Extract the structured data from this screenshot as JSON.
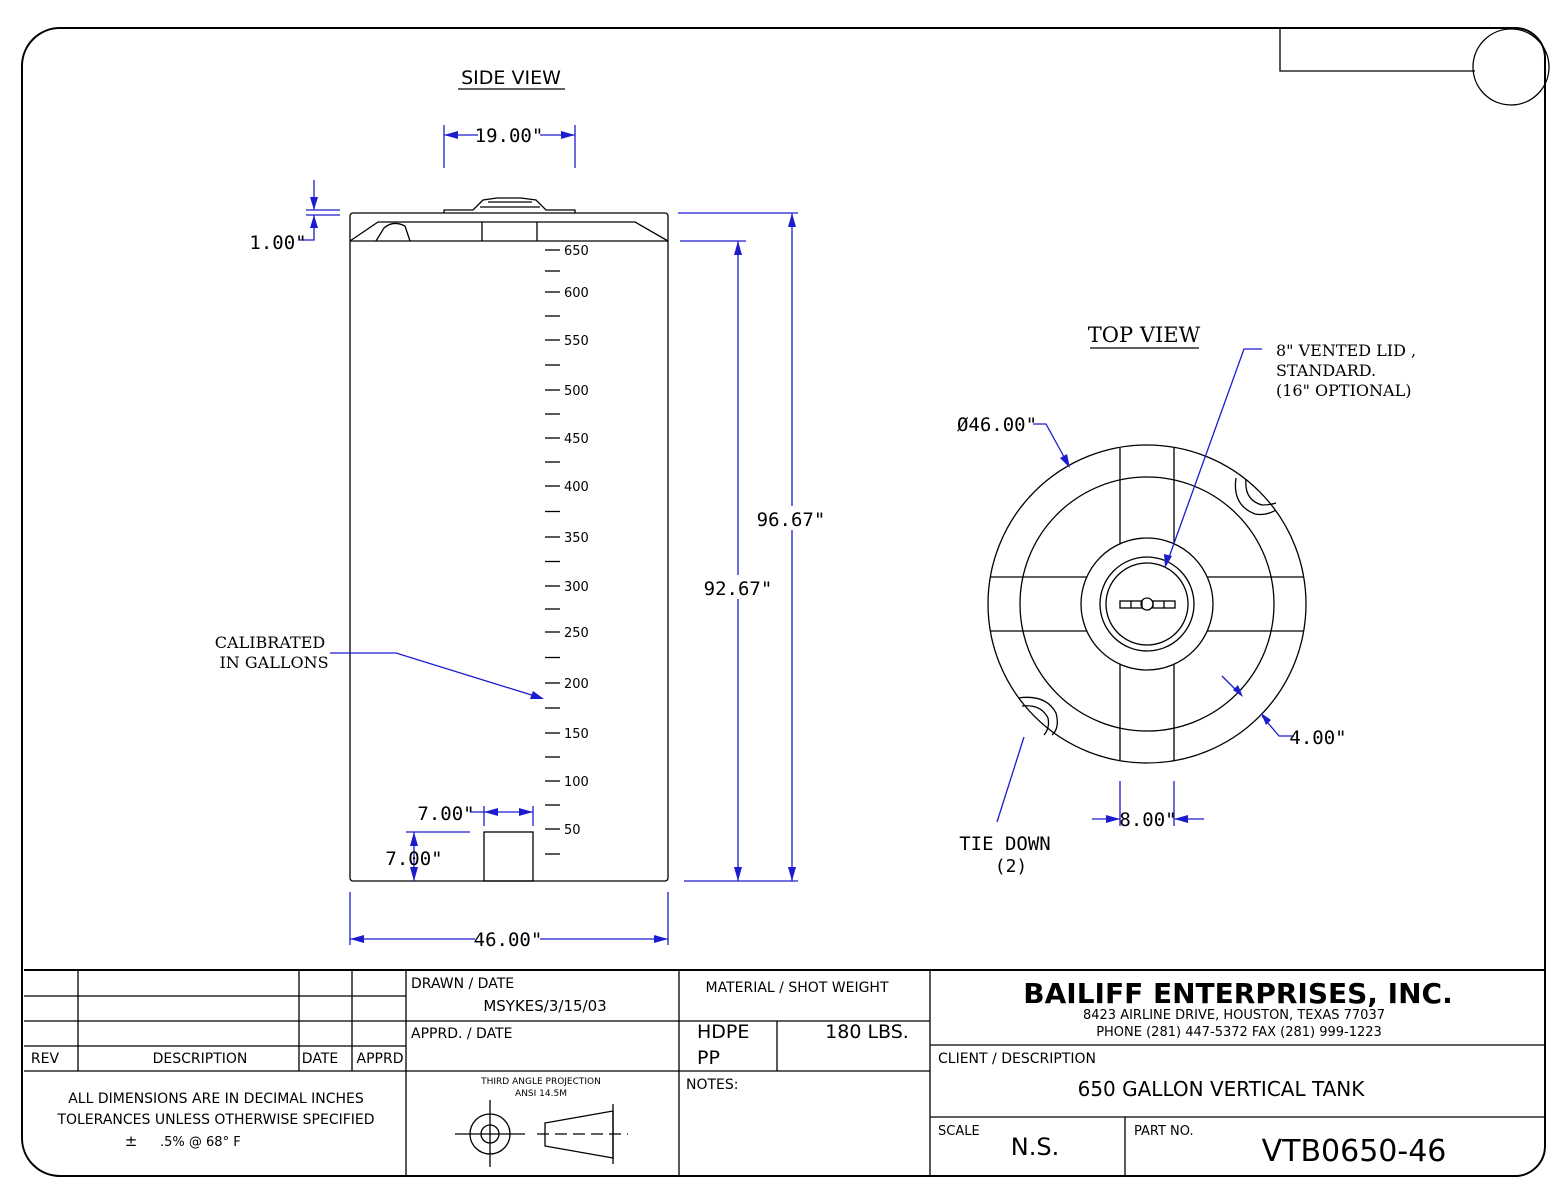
{
  "side_view": {
    "title": "SIDE VIEW",
    "dim_top_width": "19.00\"",
    "dim_lid_height": "1.00\"",
    "dim_overall_height": "96.67\"",
    "dim_body_height": "92.67\"",
    "dim_outlet_offset": "7.00\"",
    "dim_outlet_height": "7.00\"",
    "dim_diameter": "46.00\"",
    "callout_calibrated": [
      "CALIBRATED",
      "IN GALLONS"
    ],
    "scale_marks": [
      "650",
      "600",
      "550",
      "500",
      "450",
      "400",
      "350",
      "300",
      "250",
      "200",
      "150",
      "100",
      "50"
    ]
  },
  "top_view": {
    "title": "TOP VIEW",
    "lid_note": [
      "8\" VENTED LID ,",
      "STANDARD.",
      "(16\" OPTIONAL)"
    ],
    "dim_diameter": "Ø46.00\"",
    "dim_rib_depth": "4.00\"",
    "dim_rib_width": "8.00\"",
    "tie_down": [
      "TIE DOWN",
      "(2)"
    ]
  },
  "title_block": {
    "rev_headers": {
      "rev": "REV",
      "description": "DESCRIPTION",
      "date": "DATE",
      "apprd": "APPRD"
    },
    "tolerance_notes": [
      "ALL DIMENSIONS ARE IN DECIMAL INCHES",
      "TOLERANCES UNLESS OTHERWISE SPECIFIED"
    ],
    "tolerance_value": ".5% @ 68° F",
    "tolerance_sign": "±",
    "drawn_label": "DRAWN / DATE",
    "drawn_value": "MSYKES/3/15/03",
    "approved_label": "APPRD. / DATE",
    "projection_label": [
      "THIRD ANGLE PROJECTION",
      "ANSI 14.5M"
    ],
    "material_label": "MATERIAL / SHOT WEIGHT",
    "materials": [
      "HDPE",
      "PP"
    ],
    "shot_weight": "180 LBS.",
    "notes_label": "NOTES:",
    "company_name": "BAILIFF ENTERPRISES, INC.",
    "company_address": "8423 AIRLINE DRIVE, HOUSTON, TEXAS 77037",
    "company_phone": "PHONE (281) 447-5372 FAX (281) 999-1223",
    "client_label": "CLIENT / DESCRIPTION",
    "client_description": "650 GALLON VERTICAL TANK",
    "scale_label": "SCALE",
    "scale_value": "N.S.",
    "part_label": "PART NO.",
    "part_value": "VTB0650-46"
  },
  "colors": {
    "dimension": "#1c1ccf",
    "linework": "#000000"
  }
}
